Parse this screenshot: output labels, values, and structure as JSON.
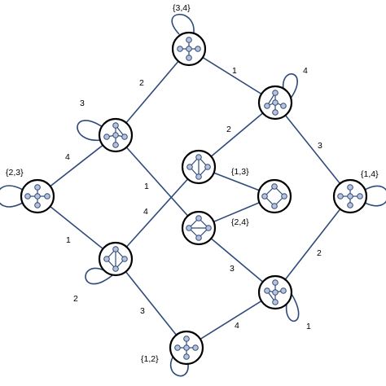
{
  "nodes": [
    {
      "id": "n34",
      "label": "{3,4}",
      "motif": "star-top"
    },
    {
      "id": "nA",
      "label": "",
      "motif": "star-bottom"
    },
    {
      "id": "nB",
      "label": "",
      "motif": "star-triangle-up"
    },
    {
      "id": "n23",
      "label": "{2,3}",
      "motif": "star-left"
    },
    {
      "id": "nC",
      "label": "",
      "motif": "star-triangle-right"
    },
    {
      "id": "nD",
      "label": "",
      "motif": "diamond-vertical"
    },
    {
      "id": "n13",
      "label": "{1,3}",
      "motif": "diamond"
    },
    {
      "id": "n24",
      "label": "{2,4}",
      "motif": "diamond-horizontal"
    },
    {
      "id": "n14",
      "label": "{1,4}",
      "motif": "star-right"
    },
    {
      "id": "nE",
      "label": "",
      "motif": "star-triangle-down"
    },
    {
      "id": "n12",
      "label": "{1,2}",
      "motif": "star-bottom-cross"
    }
  ],
  "edges": [
    {
      "from": "n34",
      "to": "nB",
      "label": "2"
    },
    {
      "from": "n34",
      "to": "nA",
      "label": "1"
    },
    {
      "from": "nB",
      "to": "n23",
      "label": "4"
    },
    {
      "from": "nB",
      "to": "n24",
      "label": "1"
    },
    {
      "from": "nA",
      "to": "nD",
      "label": "2"
    },
    {
      "from": "nA",
      "to": "n14",
      "label": "3"
    },
    {
      "from": "n23",
      "to": "nC",
      "label": "1"
    },
    {
      "from": "nD",
      "to": "n13",
      "label": ""
    },
    {
      "from": "n24",
      "to": "n13",
      "label": ""
    },
    {
      "from": "nC",
      "to": "nD",
      "label": "4"
    },
    {
      "from": "nC",
      "to": "n12",
      "label": "3"
    },
    {
      "from": "n24",
      "to": "nE",
      "label": "3"
    },
    {
      "from": "n14",
      "to": "nE",
      "label": "2"
    },
    {
      "from": "n12",
      "to": "nE",
      "label": "4"
    }
  ],
  "loops": [
    {
      "node": "n34",
      "label": ""
    },
    {
      "node": "nA",
      "label": "4"
    },
    {
      "node": "nB",
      "label": "3"
    },
    {
      "node": "n23",
      "label": ""
    },
    {
      "node": "n14",
      "label": ""
    },
    {
      "node": "nC",
      "label": "2"
    },
    {
      "node": "nE",
      "label": "1"
    },
    {
      "node": "n12",
      "label": ""
    }
  ],
  "colors": {
    "edge": "#2e4a7a",
    "node_border": "#000000",
    "dot_fill": "#b8c2da"
  }
}
